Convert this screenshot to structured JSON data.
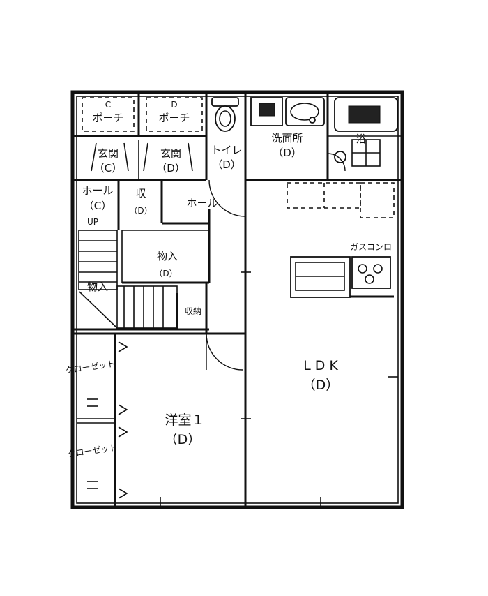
{
  "rooms": {
    "porch_c": {
      "line1": "C",
      "line2": "ポーチ"
    },
    "porch_d": {
      "line1": "D",
      "line2": "ポーチ"
    },
    "entrance_c": {
      "line1": "玄関",
      "line2": "（C）"
    },
    "entrance_d": {
      "line1": "玄関",
      "line2": "（D）"
    },
    "toilet": {
      "line1": "トイレ",
      "line2": "（D）"
    },
    "washroom": {
      "line1": "洗面所",
      "line2": "（D）"
    },
    "bath": {
      "label": "浴"
    },
    "hall_c": {
      "line1": "ホール",
      "line2": "（C）",
      "up": "UP"
    },
    "hall_d": {
      "label": "ホール"
    },
    "storage_small": {
      "line1": "収",
      "line2": "（D）"
    },
    "closet_in": {
      "line1": "物入",
      "line2": "（D）"
    },
    "stair_storage": {
      "label": "物入"
    },
    "storage_right": {
      "label": "収納"
    },
    "ldk": {
      "line1": "L D K",
      "line2": "（D）"
    },
    "western_room": {
      "line1": "洋室１",
      "line2": "（D）"
    },
    "closet_upper": {
      "label": "クローゼット"
    },
    "closet_lower": {
      "label": "クローゼット"
    },
    "gas_conro": {
      "label": "ガスコンロ"
    }
  }
}
